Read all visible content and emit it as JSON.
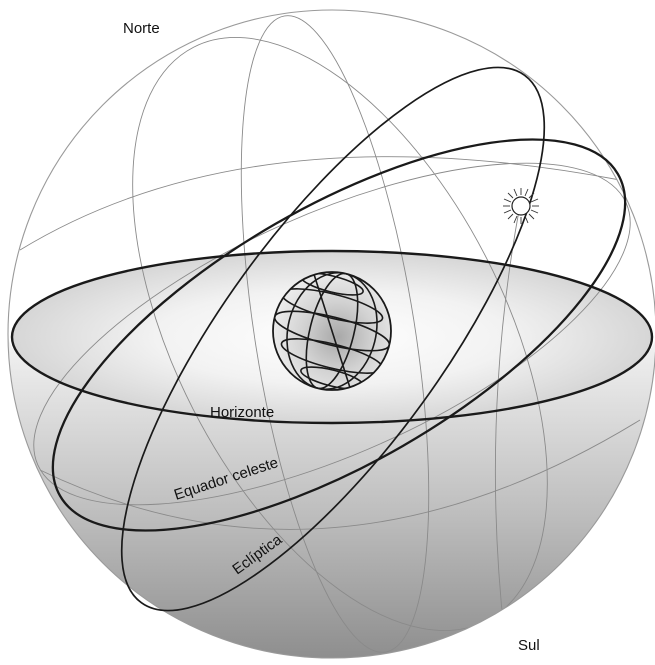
{
  "labels": {
    "north": "Norte",
    "south": "Sul",
    "horizon": "Horizonte",
    "celestial_equator": "Equador celeste",
    "ecliptic": "Eclíptica"
  },
  "colors": {
    "outline": "#1a1a1a",
    "thin_line": "#888888",
    "lower_hemisphere_top": "#f2f2f2",
    "lower_hemisphere_bottom": "#8f8f8f"
  },
  "icons": {
    "sun": "sun-icon",
    "earth": "earth-globe-icon"
  }
}
